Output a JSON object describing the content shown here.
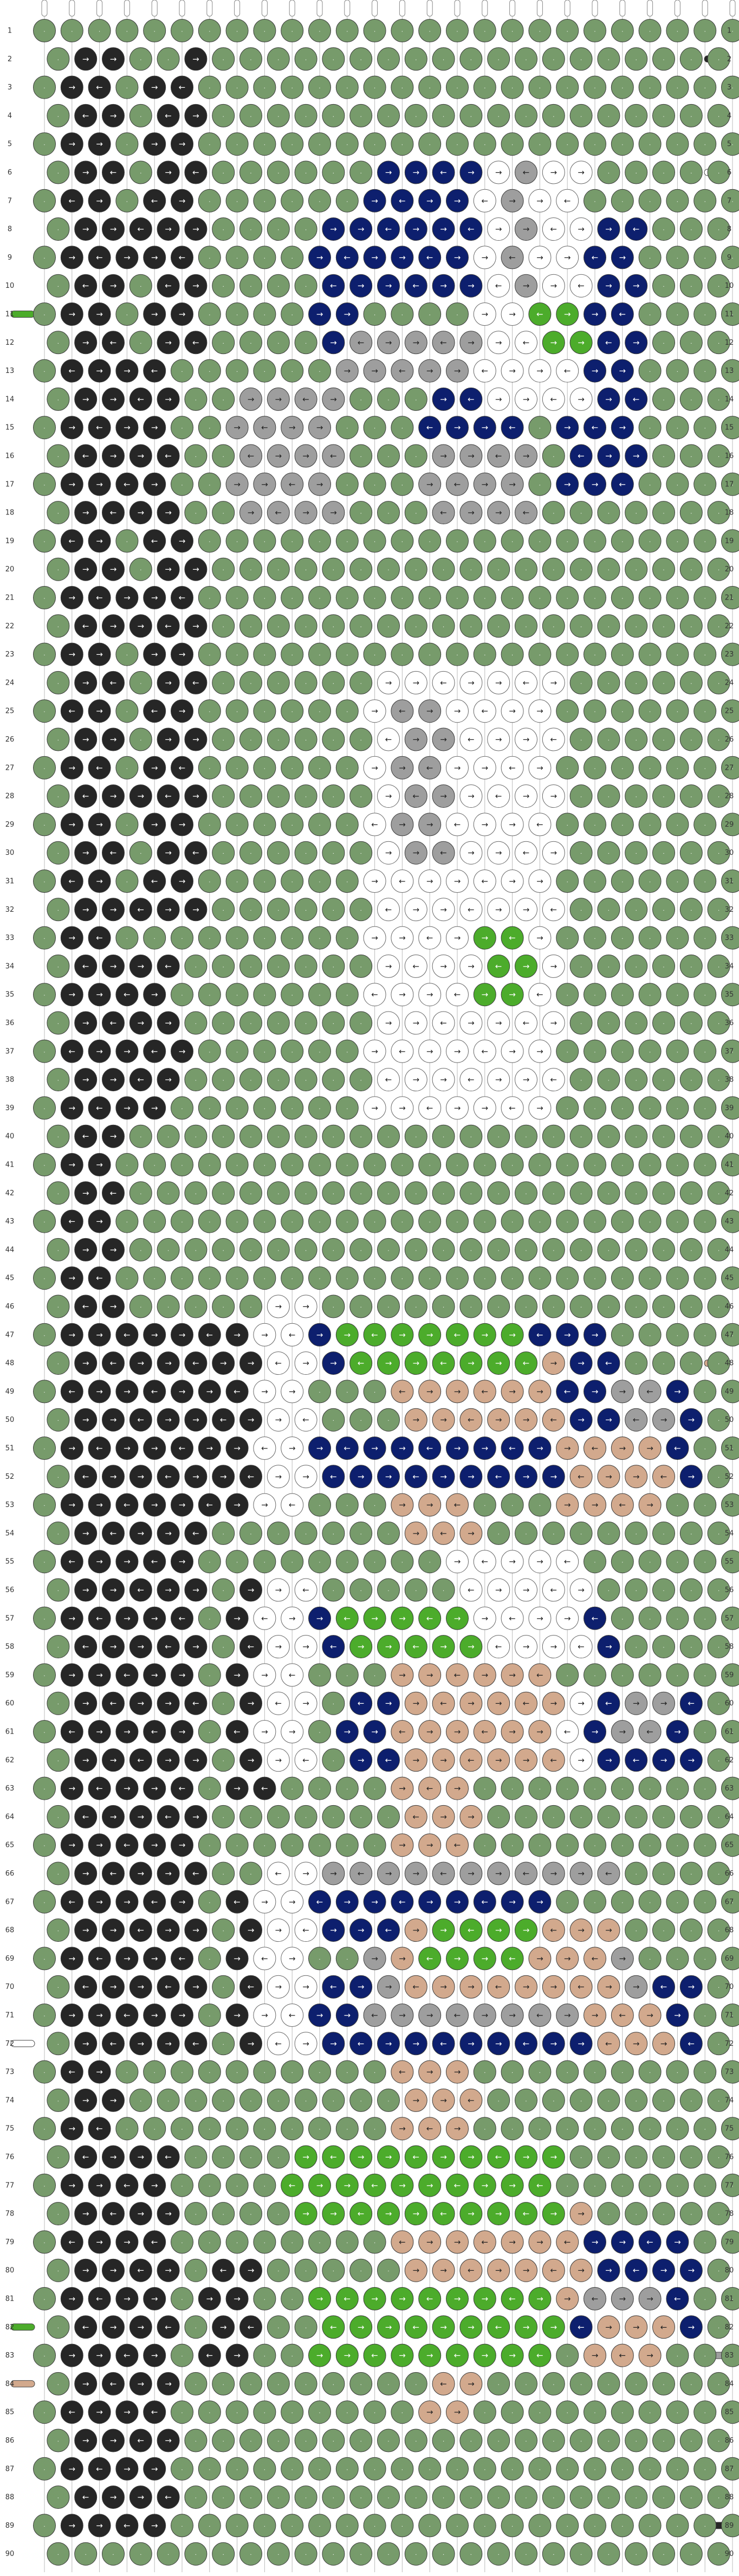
{
  "pattern": {
    "columns": 26,
    "rows": 90,
    "background_color": "#779b6b",
    "colors": {
      "bg": "#779b6b",
      "black": "#262626",
      "navy": "#0d1f6e",
      "white": "#ffffff",
      "gray": "#9e9e9e",
      "tan": "#d2a98d",
      "green": "#4cac2b"
    },
    "strands_top": [
      "white",
      "white",
      "white",
      "white",
      "white",
      "white",
      "white",
      "white",
      "white",
      "white",
      "white",
      "white",
      "white",
      "white",
      "white",
      "white",
      "white",
      "white",
      "white",
      "white",
      "white",
      "white",
      "white",
      "white",
      "white",
      "white"
    ],
    "left_tabs": [
      {
        "row": 11,
        "color": "green"
      },
      {
        "row": 72,
        "color": "white"
      },
      {
        "row": 82,
        "color": "green"
      },
      {
        "row": 84,
        "color": "tan"
      }
    ],
    "right_tabs": [
      {
        "row": 2,
        "color": "black"
      },
      {
        "row": 6,
        "color": "white"
      },
      {
        "row": 48,
        "color": "tan"
      },
      {
        "row": 83,
        "color": "gray"
      },
      {
        "row": 89,
        "color": "black"
      }
    ],
    "regions": [
      {
        "color": "black",
        "cells": [
          [
            2,
            2
          ],
          [
            2,
            3
          ],
          [
            2,
            4
          ],
          [
            2,
            5
          ],
          [
            6,
            2
          ],
          [
            2,
            6
          ],
          [
            3,
            6
          ]
        ]
      },
      {
        "color": "black",
        "col_from": 2,
        "col_to": 3,
        "row_from": 2,
        "row_to": 45
      },
      {
        "color": "black",
        "col_from": 5,
        "col_to": 6,
        "row_from": 3,
        "row_to": 12
      },
      {
        "color": "black",
        "col_from": 3,
        "col_to": 6,
        "row_from": 8,
        "row_to": 9
      },
      {
        "color": "black",
        "col_from": 3,
        "col_to": 5,
        "row_from": 13,
        "row_to": 18
      },
      {
        "color": "black",
        "col_from": 5,
        "col_to": 6,
        "row_from": 19,
        "row_to": 31
      },
      {
        "color": "black",
        "col_from": 3,
        "col_to": 6,
        "row_from": 21,
        "row_to": 22
      },
      {
        "color": "black",
        "col_from": 2,
        "col_to": 5,
        "row_from": 28,
        "row_to": 28
      },
      {
        "color": "black",
        "col_from": 3,
        "col_to": 6,
        "row_from": 32,
        "row_to": 32
      },
      {
        "color": "black",
        "col_from": 3,
        "col_to": 5,
        "row_from": 34,
        "row_to": 39
      },
      {
        "color": "black",
        "col_from": 2,
        "col_to": 6,
        "row_from": 37,
        "row_to": 37
      },
      {
        "color": "black",
        "col_from": 2,
        "col_to": 3,
        "row_from": 44,
        "row_to": 89
      },
      {
        "color": "black",
        "col_from": 4,
        "col_to": 6,
        "row_from": 47,
        "row_to": 72
      },
      {
        "color": "black",
        "col_from": 3,
        "col_to": 5,
        "row_from": 76,
        "row_to": 89
      },
      {
        "color": "black",
        "col_from": 7,
        "col_to": 9,
        "row_from": 47,
        "row_to": 53
      },
      {
        "color": "black",
        "col_from": 8,
        "col_to": 9,
        "row_from": 56,
        "row_to": 63
      },
      {
        "color": "black",
        "col_from": 8,
        "col_to": 9,
        "row_from": 67,
        "row_to": 72
      },
      {
        "color": "black",
        "col_from": 7,
        "col_to": 8,
        "row_from": 80,
        "row_to": 83
      },
      {
        "color": "navy",
        "col_from": 13,
        "col_to": 18,
        "row_from": 6,
        "row_to": 10
      },
      {
        "color": "navy",
        "col_from": 11,
        "col_to": 12,
        "row_from": 8,
        "row_to": 12
      },
      {
        "color": "navy",
        "col_from": 20,
        "col_to": 22,
        "row_from": 8,
        "row_to": 17
      },
      {
        "color": "navy",
        "col_from": 15,
        "col_to": 18,
        "row_from": 12,
        "row_to": 15
      },
      {
        "color": "navy",
        "col_from": 16,
        "col_to": 17,
        "row_from": 25,
        "row_to": 38
      },
      {
        "color": "navy",
        "col_from": 14,
        "col_to": 15,
        "row_from": 31,
        "row_to": 37
      },
      {
        "color": "navy",
        "col_from": 11,
        "col_to": 21,
        "row_from": 47,
        "row_to": 48
      },
      {
        "color": "navy",
        "col_from": 11,
        "col_to": 24,
        "row_from": 51,
        "row_to": 52
      },
      {
        "color": "navy",
        "col_from": 19,
        "col_to": 24,
        "row_from": 49,
        "row_to": 50
      },
      {
        "color": "navy",
        "col_from": 11,
        "col_to": 21,
        "row_from": 57,
        "row_to": 58
      },
      {
        "color": "navy",
        "col_from": 12,
        "col_to": 17,
        "row_from": 60,
        "row_to": 62
      },
      {
        "color": "navy",
        "col_from": 20,
        "col_to": 24,
        "row_from": 60,
        "row_to": 62
      },
      {
        "color": "navy",
        "col_from": 11,
        "col_to": 19,
        "row_from": 67,
        "row_to": 68
      },
      {
        "color": "navy",
        "col_from": 11,
        "col_to": 24,
        "row_from": 70,
        "row_to": 72
      },
      {
        "color": "navy",
        "col_from": 20,
        "col_to": 24,
        "row_from": 79,
        "row_to": 82
      },
      {
        "color": "white",
        "col_from": 17,
        "col_to": 20,
        "row_from": 6,
        "row_to": 14
      },
      {
        "color": "white",
        "col_from": 13,
        "col_to": 19,
        "row_from": 24,
        "row_to": 31
      },
      {
        "color": "white",
        "col_from": 13,
        "col_to": 19,
        "row_from": 32,
        "row_to": 39
      },
      {
        "color": "white",
        "col_from": 9,
        "col_to": 10,
        "row_from": 46,
        "row_to": 53
      },
      {
        "color": "white",
        "col_from": 9,
        "col_to": 10,
        "row_from": 56,
        "row_to": 62
      },
      {
        "color": "white",
        "col_from": 9,
        "col_to": 10,
        "row_from": 66,
        "row_to": 72
      },
      {
        "color": "white",
        "col_from": 16,
        "col_to": 20,
        "row_from": 55,
        "row_to": 58
      },
      {
        "color": "white",
        "col_from": 16,
        "col_to": 20,
        "row_from": 60,
        "row_to": 62
      },
      {
        "color": "gray",
        "col_from": 12,
        "col_to": 16,
        "row_from": 12,
        "row_to": 13
      },
      {
        "color": "gray",
        "col_from": 8,
        "col_to": 11,
        "row_from": 14,
        "row_to": 18
      },
      {
        "color": "gray",
        "col_from": 15,
        "col_to": 18,
        "row_from": 16,
        "row_to": 18
      },
      {
        "color": "gray",
        "col_from": 18,
        "col_to": 18,
        "row_from": 6,
        "row_to": 10
      },
      {
        "color": "gray",
        "col_from": 14,
        "col_to": 15,
        "row_from": 25,
        "row_to": 30
      },
      {
        "color": "gray",
        "col_from": 22,
        "col_to": 23,
        "row_from": 49,
        "row_to": 51
      },
      {
        "color": "gray",
        "col_from": 22,
        "col_to": 23,
        "row_from": 60,
        "row_to": 61
      },
      {
        "color": "gray",
        "col_from": 11,
        "col_to": 21,
        "row_from": 66,
        "row_to": 66
      },
      {
        "color": "gray",
        "col_from": 13,
        "col_to": 22,
        "row_from": 69,
        "row_to": 71
      },
      {
        "color": "gray",
        "col_from": 21,
        "col_to": 23,
        "row_from": 81,
        "row_to": 82
      },
      {
        "color": "tan",
        "col_from": 14,
        "col_to": 19,
        "row_from": 48,
        "row_to": 50
      },
      {
        "color": "tan",
        "col_from": 20,
        "col_to": 23,
        "row_from": 51,
        "row_to": 53
      },
      {
        "color": "tan",
        "col_from": 14,
        "col_to": 16,
        "row_from": 53,
        "row_to": 54
      },
      {
        "color": "tan",
        "col_from": 14,
        "col_to": 19,
        "row_from": 59,
        "row_to": 62
      },
      {
        "color": "tan",
        "col_from": 14,
        "col_to": 16,
        "row_from": 63,
        "row_to": 65
      },
      {
        "color": "tan",
        "col_from": 14,
        "col_to": 21,
        "row_from": 68,
        "row_to": 70
      },
      {
        "color": "tan",
        "col_from": 21,
        "col_to": 23,
        "row_from": 71,
        "row_to": 72
      },
      {
        "color": "tan",
        "col_from": 14,
        "col_to": 16,
        "row_from": 73,
        "row_to": 75
      },
      {
        "color": "tan",
        "col_from": 14,
        "col_to": 20,
        "row_from": 78,
        "row_to": 81
      },
      {
        "color": "tan",
        "col_from": 21,
        "col_to": 23,
        "row_from": 82,
        "row_to": 83
      },
      {
        "color": "tan",
        "col_from": 15,
        "col_to": 16,
        "row_from": 83,
        "row_to": 85
      },
      {
        "color": "green",
        "col_from": 19,
        "col_to": 20,
        "row_from": 11,
        "row_to": 12
      },
      {
        "color": "green",
        "col_from": 17,
        "col_to": 18,
        "row_from": 33,
        "row_to": 35
      },
      {
        "color": "green",
        "col_from": 12,
        "col_to": 18,
        "row_from": 47,
        "row_to": 48
      },
      {
        "color": "green",
        "col_from": 12,
        "col_to": 16,
        "row_from": 57,
        "row_to": 58
      },
      {
        "color": "green",
        "col_from": 15,
        "col_to": 18,
        "row_from": 68,
        "row_to": 69
      },
      {
        "color": "green",
        "col_from": 10,
        "col_to": 19,
        "row_from": 76,
        "row_to": 78
      },
      {
        "color": "green",
        "col_from": 11,
        "col_to": 19,
        "row_from": 81,
        "row_to": 83
      }
    ]
  }
}
